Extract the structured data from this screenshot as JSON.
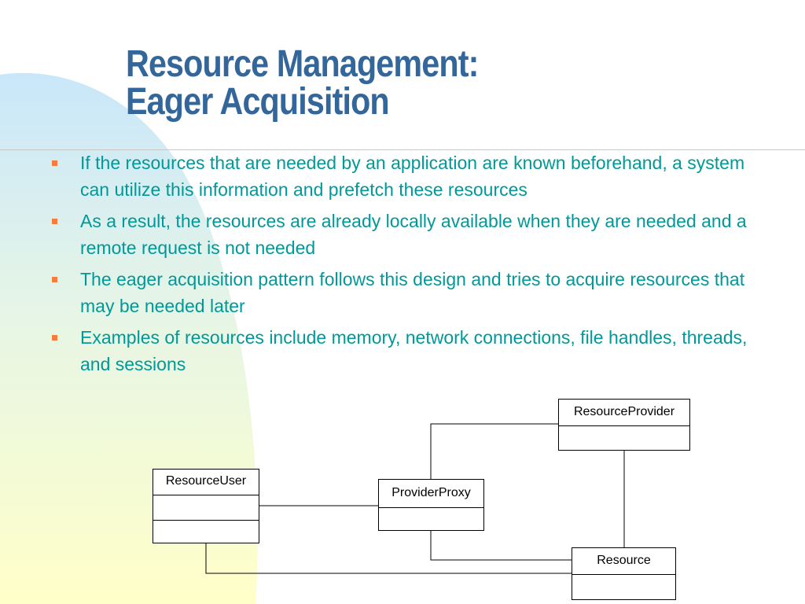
{
  "slide": {
    "title_line1": "Resource Management:",
    "title_line2": "Eager Acquisition",
    "bullets": [
      "If the resources that are needed by an application are known beforehand, a system can utilize this information and prefetch these resources",
      "As a result, the resources are already locally available when they are needed and a remote request is not needed",
      "The eager acquisition pattern follows this design and tries to acquire resources that may be needed later",
      "Examples of resources include memory, network connections, file handles, threads, and sessions"
    ]
  },
  "diagram": {
    "classes": {
      "resource_user": "ResourceUser",
      "provider_proxy": "ProviderProxy",
      "resource_provider": "ResourceProvider",
      "resource": "Resource"
    }
  },
  "colors": {
    "title": "#33669a",
    "text": "#009999",
    "bullet": "#f47c3c",
    "bg_blue": "#cce8f8",
    "bg_yellow": "#ffffcc"
  }
}
